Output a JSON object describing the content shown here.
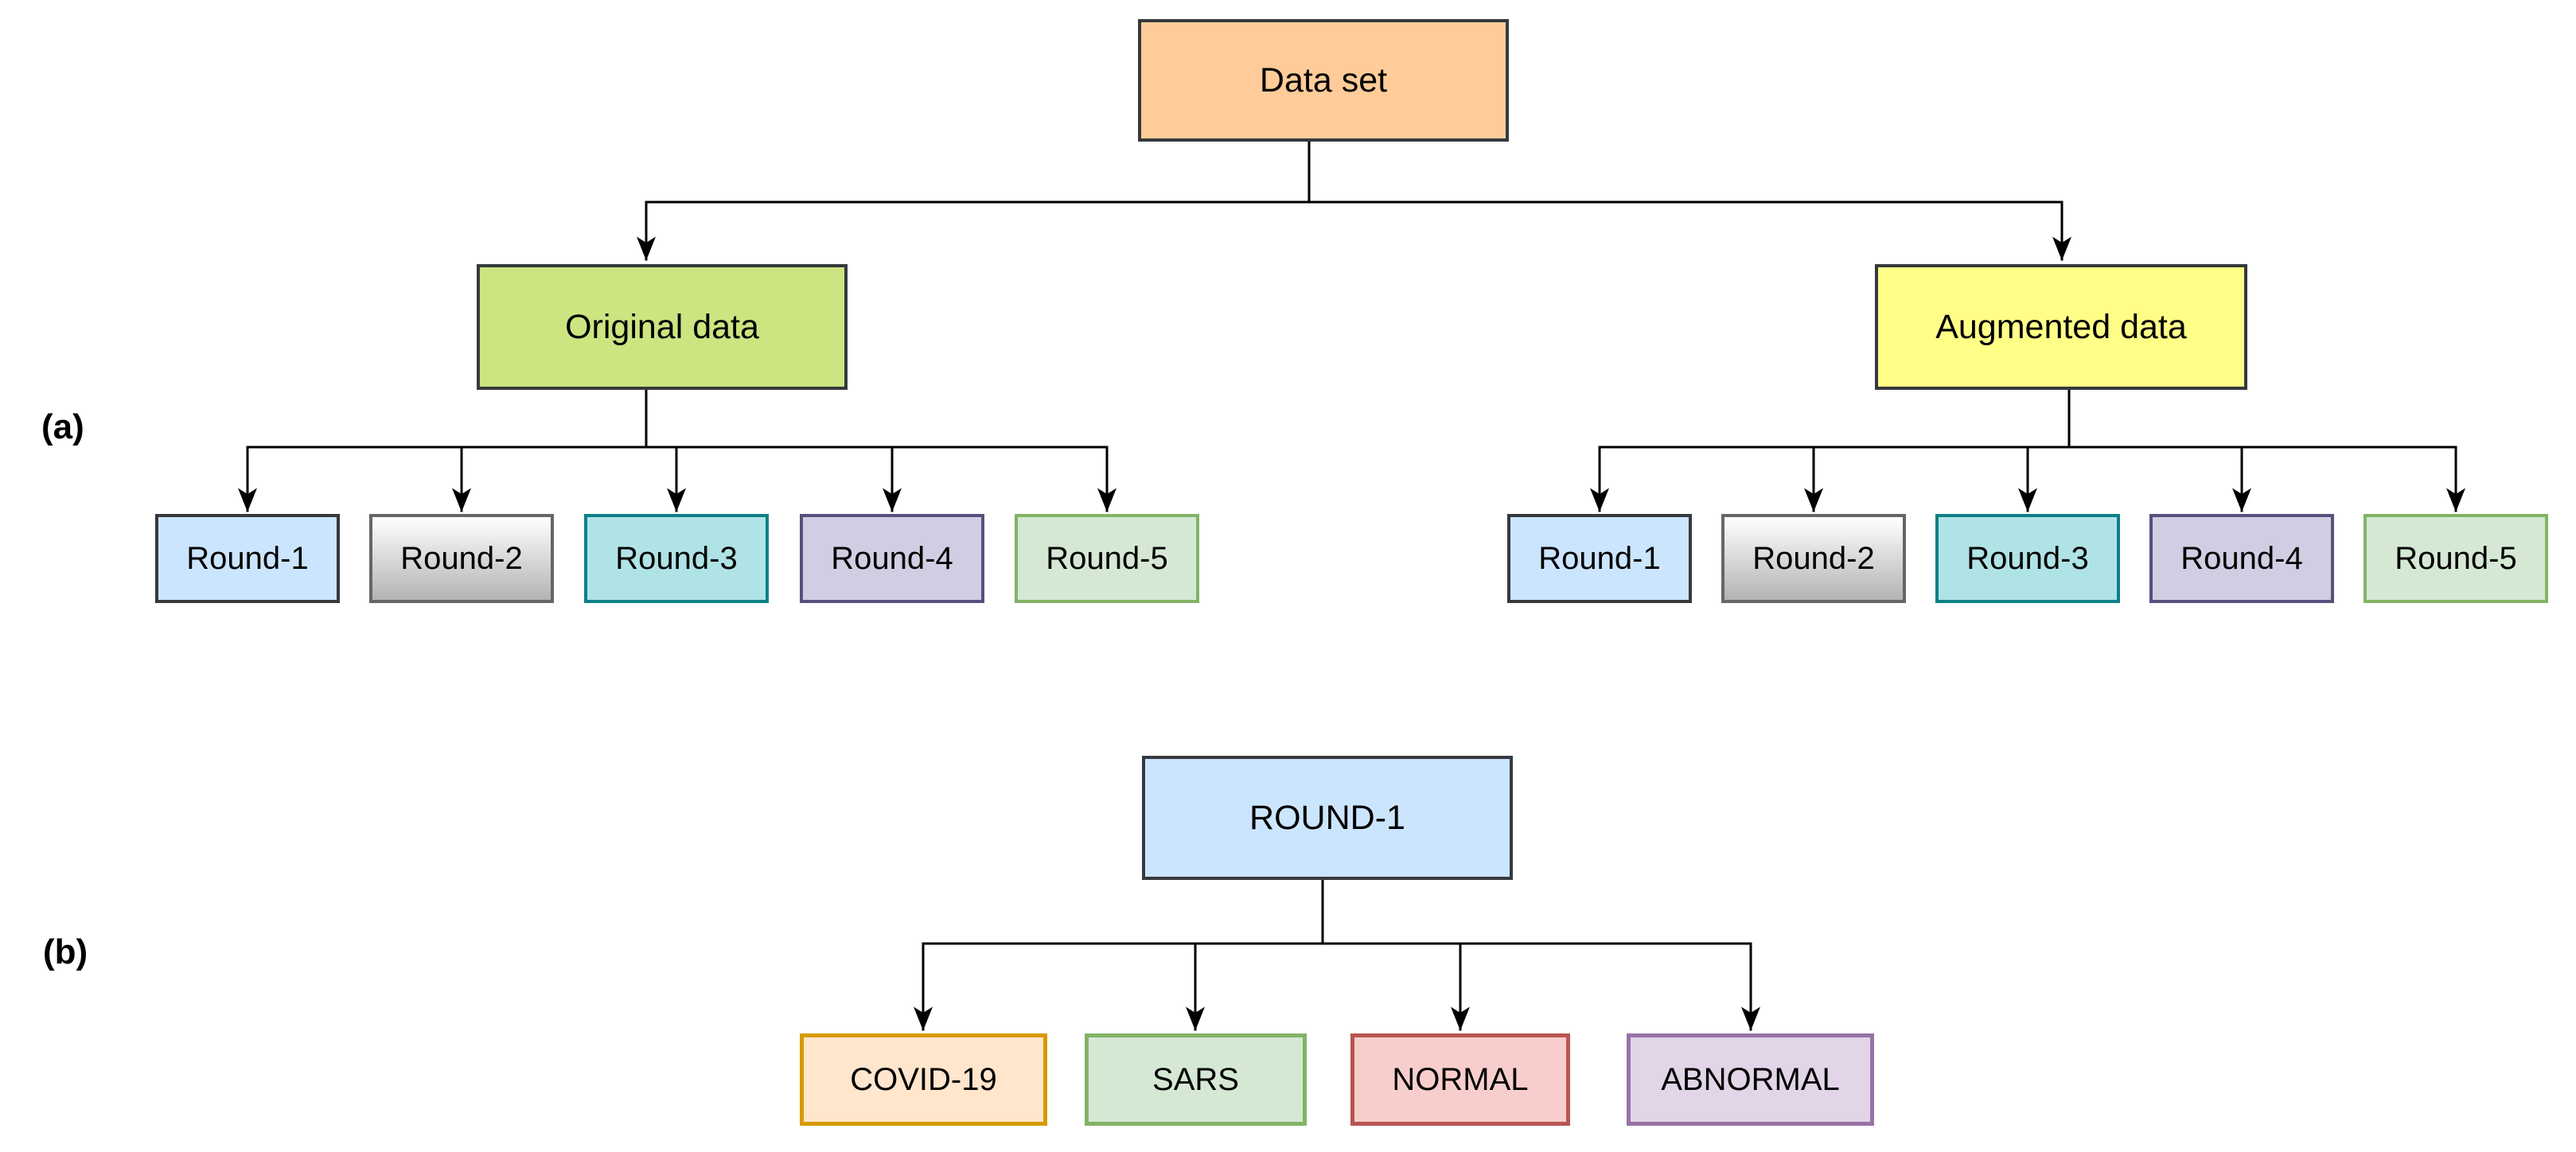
{
  "background": "#ffffff",
  "line_color": "#000000",
  "panel_a": {
    "label": "(a)",
    "dataset": {
      "label": "Data set",
      "fill": "#ffcc99",
      "stroke": "#36393d"
    },
    "original": {
      "label": "Original data",
      "fill": "#cce580",
      "stroke": "#36393d"
    },
    "augmented": {
      "label": "Augmented data",
      "fill": "#ffff88",
      "stroke": "#36393d"
    },
    "original_rounds": [
      {
        "label": "Round-1",
        "fill": "#cce5ff",
        "stroke": "#36393d"
      },
      {
        "label": "Round-2",
        "fill_top": "#ffffff",
        "fill_bottom": "#b3b3b3",
        "stroke": "#666666"
      },
      {
        "label": "Round-3",
        "fill": "#b0e3e6",
        "stroke": "#0e8088"
      },
      {
        "label": "Round-4",
        "fill": "#d0cee2",
        "stroke": "#56517e"
      },
      {
        "label": "Round-5",
        "fill": "#d5e8d4",
        "stroke": "#82b366"
      }
    ],
    "augmented_rounds": [
      {
        "label": "Round-1",
        "fill": "#cce5ff",
        "stroke": "#36393d"
      },
      {
        "label": "Round-2",
        "fill_top": "#ffffff",
        "fill_bottom": "#b3b3b3",
        "stroke": "#666666"
      },
      {
        "label": "Round-3",
        "fill": "#b0e3e6",
        "stroke": "#0e8088"
      },
      {
        "label": "Round-4",
        "fill": "#d0cee2",
        "stroke": "#56517e"
      },
      {
        "label": "Round-5",
        "fill": "#d5e8d4",
        "stroke": "#82b366"
      }
    ]
  },
  "panel_b": {
    "label": "(b)",
    "root": {
      "label": "ROUND-1",
      "fill": "#cce5ff",
      "stroke": "#36393d"
    },
    "classes": [
      {
        "label": "COVID-19",
        "fill": "#ffe6cc",
        "stroke": "#d79b00"
      },
      {
        "label": "SARS",
        "fill": "#d5e8d4",
        "stroke": "#82b366"
      },
      {
        "label": "NORMAL",
        "fill": "#f8cecc",
        "stroke": "#b85450"
      },
      {
        "label": "ABNORMAL",
        "fill": "#e1d5e7",
        "stroke": "#9673a6"
      }
    ]
  }
}
